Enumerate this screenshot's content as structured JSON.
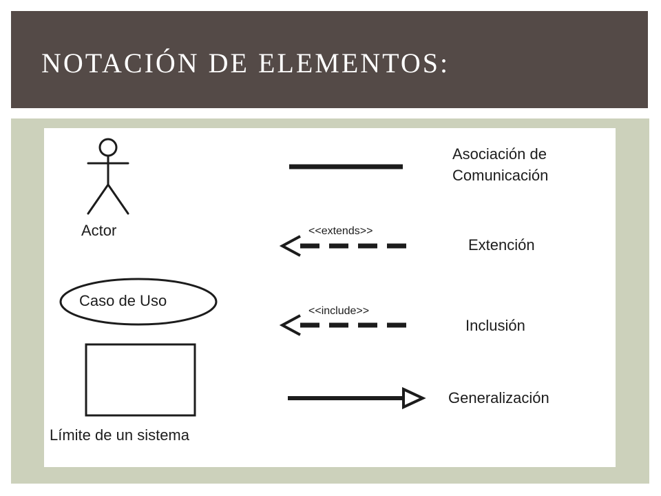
{
  "title": "NOTACIÓN DE ELEMENTOS:",
  "colors": {
    "title_bar": "#544a47",
    "title_text": "#ffffff",
    "frame": "#ccd1bb",
    "diagram_bg": "#ffffff",
    "ink": "#1c1c1c"
  },
  "elements": {
    "actor": {
      "label": "Actor"
    },
    "use_case": {
      "label": "Caso de Uso"
    },
    "system_boundary": {
      "label": "Límite de un sistema"
    }
  },
  "relationships": {
    "association": {
      "label_line1": "Asociación de",
      "label_line2": "Comunicación"
    },
    "extension": {
      "stereotype": "<<extends>>",
      "label": "Extención"
    },
    "inclusion": {
      "stereotype": "<<include>>",
      "label": "Inclusión"
    },
    "generalization": {
      "label": "Generalización"
    }
  }
}
